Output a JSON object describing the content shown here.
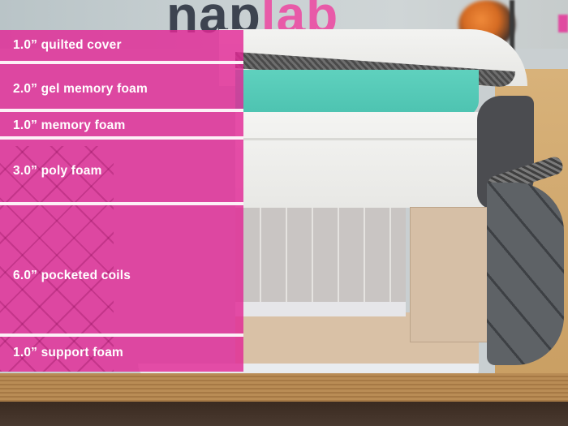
{
  "image": {
    "logo": {
      "part1": "nap",
      "part2": "lab"
    },
    "overlay_color": "#e22896",
    "layers": [
      {
        "label": "1.0” quilted cover"
      },
      {
        "label": "2.0” gel memory foam"
      },
      {
        "label": "1.0” memory foam"
      },
      {
        "label": "3.0” poly foam"
      },
      {
        "label": "6.0” pocketed coils"
      },
      {
        "label": "1.0” support foam"
      }
    ]
  }
}
